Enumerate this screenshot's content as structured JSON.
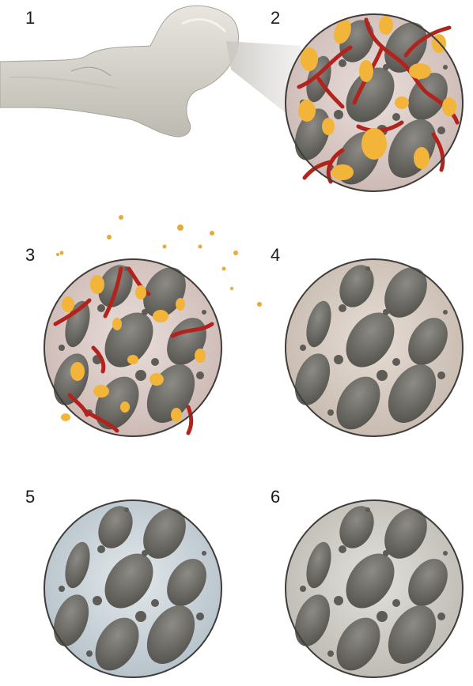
{
  "panels": [
    {
      "number": "1",
      "content": "femur-bone"
    },
    {
      "number": "2",
      "content": "trabecular-bone-with-marrow"
    },
    {
      "number": "3",
      "content": "marrow-dispersing"
    },
    {
      "number": "4",
      "content": "cleaned-bone"
    },
    {
      "number": "5",
      "content": "bleached-bone"
    },
    {
      "number": "6",
      "content": "dried-bone"
    }
  ],
  "colors": {
    "bone_light": "#d9d6cd",
    "bone_shade": "#b8b5ab",
    "pore_dark": "#6e6c66",
    "marrow_yellow": "#f2b53a",
    "vessel_red": "#b3231d",
    "tint_pink": "#dccbc6",
    "tint_beige": "#d6cbc2",
    "tint_blue": "#c8d2d8",
    "tint_gray": "#cfcdc8"
  }
}
